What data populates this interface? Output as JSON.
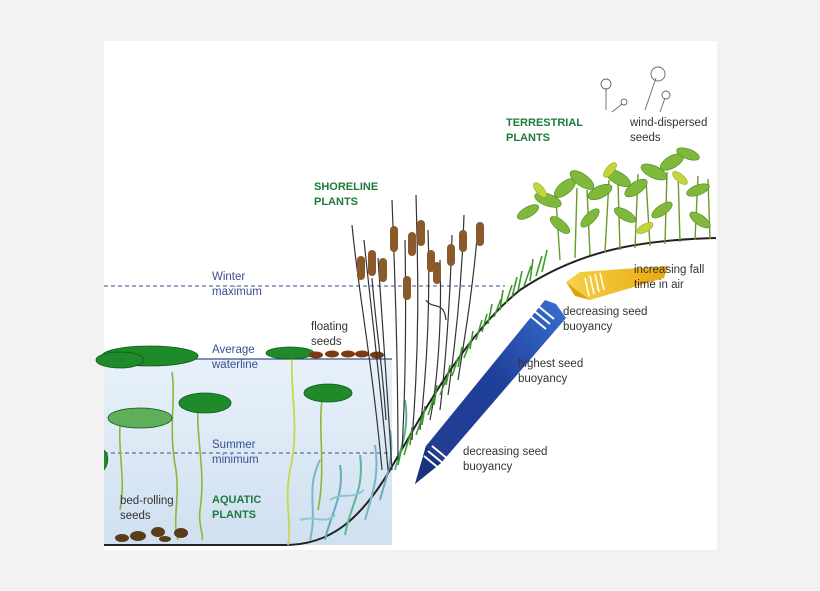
{
  "groups": {
    "terrestrial": "TERRESTRIAL PLANTS",
    "shoreline": "SHORELINE PLANTS",
    "aquatic": "AQUATIC PLANTS"
  },
  "levels": {
    "winter": "Winter maximum",
    "average": "Average waterline",
    "summer": "Summer minimum"
  },
  "seeds": {
    "wind": "wind-dispersed seeds",
    "floating": "floating seeds",
    "bed": "bed-rolling seeds"
  },
  "gradient": {
    "fall": "increasing fall time in air",
    "dec_upper": "decreasing seed buoyancy",
    "highest": "highest seed buoyancy",
    "dec_lower": "decreasing seed buoyancy"
  },
  "colors": {
    "water": "#dbe9f5",
    "level_line": "#3a4f8c",
    "terrestrial_label": "#1e7a3c",
    "arrow_dark": "#1f3f99",
    "arrow_mid": "#2f62c0",
    "arrow_yellow": "#f2c21a"
  }
}
